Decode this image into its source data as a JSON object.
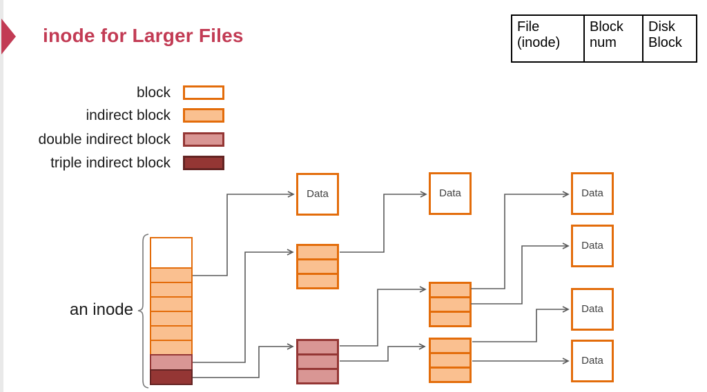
{
  "title": "inode for Larger Files",
  "header_table": {
    "cells": [
      "File (inode)",
      "Block num",
      "Disk Block"
    ]
  },
  "legend": {
    "items": [
      {
        "label": "block",
        "fill": "#FFFFFF",
        "border": "#E36C0A"
      },
      {
        "label": "indirect block",
        "fill": "#FAC090",
        "border": "#E36C0A"
      },
      {
        "label": "double indirect block",
        "fill": "#D99694",
        "border": "#943634"
      },
      {
        "label": "triple indirect block",
        "fill": "#943634",
        "border": "#632423"
      }
    ]
  },
  "diagram": {
    "inode_label": "an inode",
    "data_box_label": "Data"
  },
  "palette": {
    "accent": "#C23B54",
    "block_fill": "#FFFFFF",
    "block_border": "#E36C0A",
    "indirect_fill": "#FAC090",
    "indirect_border": "#E36C0A",
    "double_fill": "#D99694",
    "double_border": "#943634",
    "triple_fill": "#943634",
    "triple_border": "#632423",
    "line": "#595959"
  }
}
